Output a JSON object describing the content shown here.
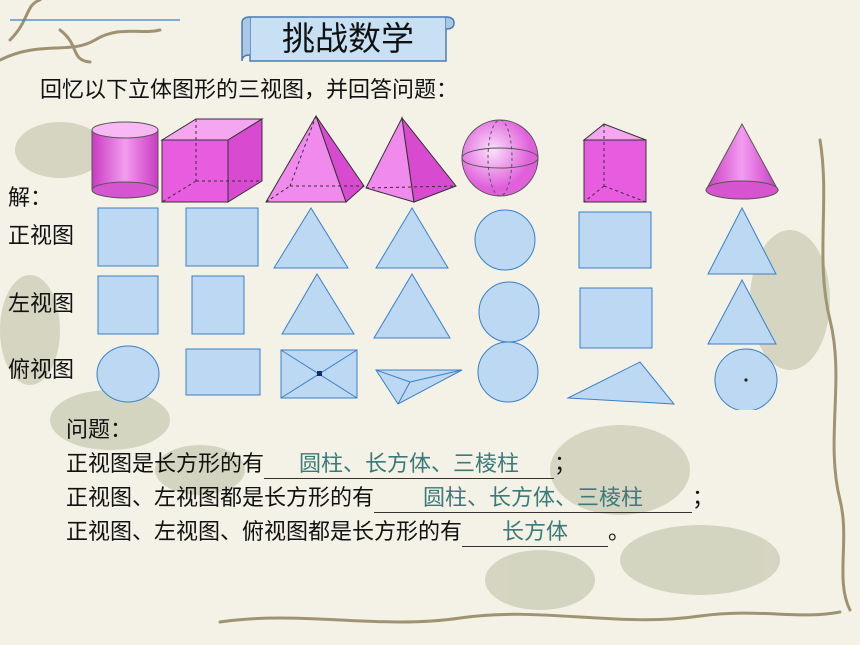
{
  "title": "挑战数学",
  "intro": "回忆以下立体图形的三视图，并回答问题：",
  "solution_label": "解：",
  "row_labels": {
    "front": "正视图",
    "left": "左视图",
    "top": "俯视图"
  },
  "questions": {
    "label": "问题：",
    "q1": {
      "text": "正视图是长方形的有",
      "answer": "圆柱、长方体、三棱柱",
      "end": "；"
    },
    "q2": {
      "text": "正视图、左视图都是长方形的有",
      "answer": "圆柱、长方体、三棱柱",
      "end": "；"
    },
    "q3": {
      "text": "正视图、左视图、俯视图都是长方形的有",
      "answer": "长方体",
      "end": "。"
    }
  },
  "colors": {
    "solid_fill": "#e85ce0",
    "view_fill": "#bcd8f2",
    "view_stroke": "#3a80c8",
    "answer": "#3a7a7a"
  }
}
